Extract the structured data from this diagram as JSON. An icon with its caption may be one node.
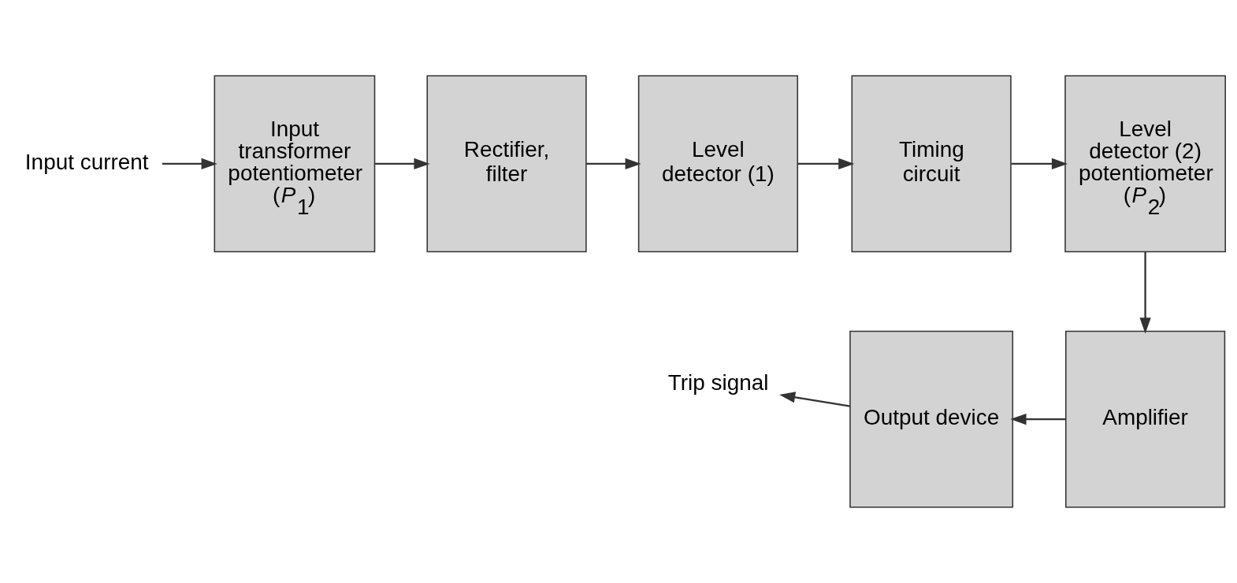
{
  "diagram": {
    "nodes": [
      {
        "text": [
          "Input current"
        ]
      },
      {
        "text": [
          "Input transformer potentiometer (*P*$_{1}$)"
        ]
      },
      {
        "text": [
          "Rectifier, filter"
        ]
      },
      {
        "text": [
          "Level detector (1)"
        ]
      },
      {
        "text": [
          "Timing circuit"
        ]
      },
      {
        "text": [
          "Level detector (2) potentiometer (*P*$_{2}$)"
        ]
      },
      {
        "text": [
          "Amplifier"
        ]
      },
      {
        "text": [
          "Output device"
        ]
      },
      {
        "text": [
          "Trip signal"
        ]
      }
    ],
    "edges": [
      {
        "from": 0,
        "to": 1,
        "arrow": "to"
      },
      {
        "from": 1,
        "to": 2,
        "arrow": "to"
      },
      {
        "from": 2,
        "to": 3,
        "arrow": "to"
      },
      {
        "from": 3,
        "to": 4,
        "arrow": "to"
      },
      {
        "from": 4,
        "to": 5,
        "arrow": "to"
      },
      {
        "from": 5,
        "to": 6,
        "arrow": "to"
      },
      {
        "from": 6,
        "to": 7,
        "arrow": "to"
      },
      {
        "from": 7,
        "to": 8,
        "arrow": "to"
      }
    ]
  }
}
